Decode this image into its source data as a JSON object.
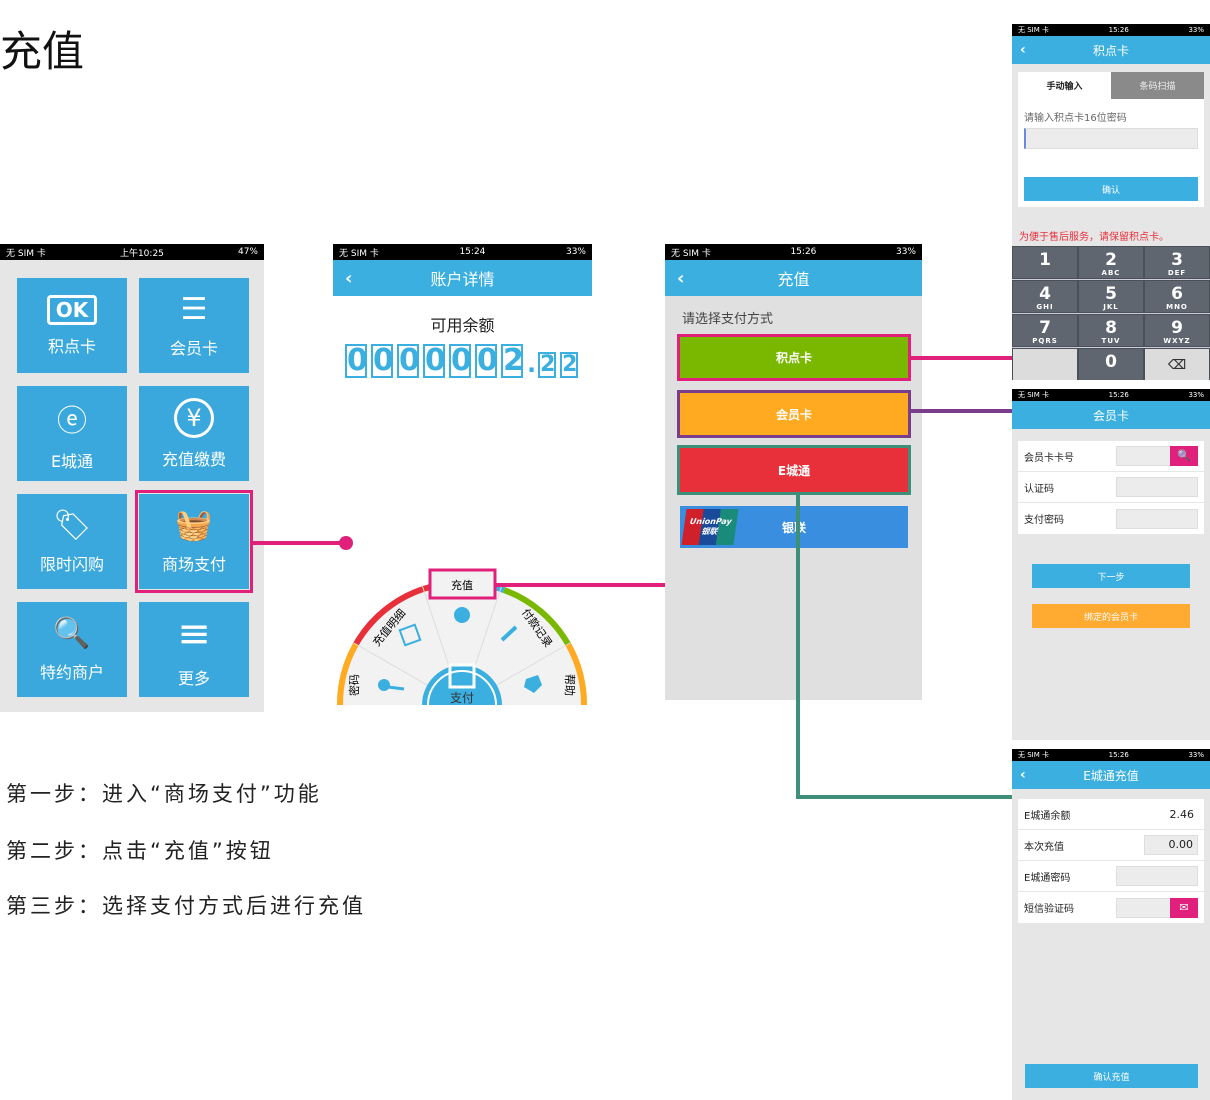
{
  "title": "充值",
  "steps": [
    "第一步：进入“商场支付”功能",
    "第二步：点击“充值”按钮",
    "第三步：选择支付方式后进行充值"
  ],
  "colors": {
    "blue": "#3aafe0",
    "pink": "#e0207a",
    "purple": "#7a3d8c",
    "teal": "#3d8f7a",
    "green": "#7ab800",
    "orange": "#ffaa20",
    "red": "#e8303a"
  },
  "phone1": {
    "status": {
      "carrier": "无 SIM 卡",
      "time": "上午10:25",
      "battery": "47%"
    },
    "tiles": [
      {
        "label": "积点卡",
        "icon": "ok-card-icon",
        "glyph": "OK"
      },
      {
        "label": "会员卡",
        "icon": "member-card-icon",
        "glyph": "☰"
      },
      {
        "label": "E城通",
        "icon": "e-city-icon",
        "glyph": "ⓔ"
      },
      {
        "label": "充值缴费",
        "icon": "yen-icon",
        "glyph": "¥"
      },
      {
        "label": "限时闪购",
        "icon": "price-tag-icon",
        "glyph": "🏷"
      },
      {
        "label": "商场支付",
        "icon": "basket-icon",
        "glyph": "🧺"
      },
      {
        "label": "特约商户",
        "icon": "cart-search-icon",
        "glyph": "🔍"
      },
      {
        "label": "更多",
        "icon": "list-icon",
        "glyph": "≡"
      }
    ]
  },
  "phone2": {
    "status": {
      "carrier": "无 SIM 卡",
      "time": "15:24",
      "battery": "33%"
    },
    "header": "账户详情",
    "balance_label": "可用余额",
    "balance_digits": [
      "0",
      "0",
      "0",
      "0",
      "0",
      "0",
      "2"
    ],
    "balance_decimals": [
      "2",
      "2"
    ],
    "wheel": {
      "top": "充值",
      "left_upper": "充值明细",
      "right_upper": "付款记录",
      "left": "密码",
      "right": "帮助",
      "center": "支付"
    }
  },
  "phone3": {
    "status": {
      "carrier": "无 SIM 卡",
      "time": "15:26",
      "battery": "33%"
    },
    "header": "充值",
    "prompt": "请选择支付方式",
    "options": [
      "积点卡",
      "会员卡",
      "E城通",
      "银联"
    ],
    "unionpay_logo": "UnionPay 银联"
  },
  "pointcard": {
    "status": {
      "carrier": "无 SIM 卡",
      "time": "15:26",
      "battery": "33%"
    },
    "header": "积点卡",
    "tabs": [
      "手动输入",
      "条码扫描"
    ],
    "input_label": "请输入积点卡16位密码",
    "input_value": "",
    "confirm": "确认",
    "notice": "为便于售后服务，请保留积点卡。",
    "keys": [
      {
        "n": "1",
        "l": ""
      },
      {
        "n": "2",
        "l": "ABC"
      },
      {
        "n": "3",
        "l": "DEF"
      },
      {
        "n": "4",
        "l": "GHI"
      },
      {
        "n": "5",
        "l": "JKL"
      },
      {
        "n": "6",
        "l": "MNO"
      },
      {
        "n": "7",
        "l": "PQRS"
      },
      {
        "n": "8",
        "l": "TUV"
      },
      {
        "n": "9",
        "l": "WXYZ"
      },
      {
        "n": "0",
        "l": ""
      }
    ]
  },
  "membercard": {
    "status": {
      "carrier": "无 SIM 卡",
      "time": "15:26",
      "battery": "33%"
    },
    "header": "会员卡",
    "fields": [
      "会员卡卡号",
      "认证码",
      "支付密码"
    ],
    "next": "下一步",
    "bound": "绑定的会员卡"
  },
  "ecity": {
    "status": {
      "carrier": "无 SIM 卡",
      "time": "15:26",
      "battery": "33%"
    },
    "header": "E城通充值",
    "rows": [
      {
        "label": "E城通余额",
        "value": "2.46"
      },
      {
        "label": "本次充值",
        "value": "0.00"
      },
      {
        "label": "E城通密码",
        "value": ""
      },
      {
        "label": "短信验证码",
        "value": ""
      }
    ],
    "confirm": "确认充值"
  }
}
